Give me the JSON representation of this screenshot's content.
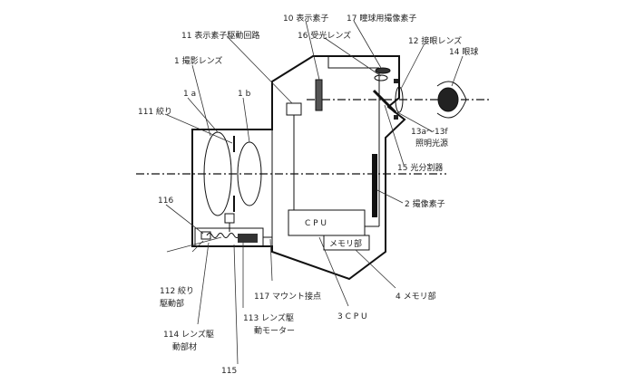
{
  "labels": {
    "display_element": "10 表示素子",
    "eye_sensor": "17 瞳球用撮像素子",
    "display_driver": "11 表示素子駆動回路",
    "light_receiving_lens": "16 受光レンズ",
    "eyepiece_lens": "12 接眼レンズ",
    "eyeball": "14 眼球",
    "taking_lens": "1 撮影レンズ",
    "lens_1a": "1 a",
    "lens_1b": "1 b",
    "aperture": "111 絞り",
    "illum_range": "13a～13f",
    "illum_name": "照明光源",
    "beam_splitter": "15 光分割器",
    "lens_116": "116",
    "image_sensor": "2 撮像素子",
    "cpu_box": "C P U",
    "memory_box": "メモリ部",
    "aperture_drive_1": "112 絞り",
    "aperture_drive_2": "駆動部",
    "mount_contact": "117 マウント接点",
    "memory_label": "4 メモリ部",
    "motor_1": "113 レンズ駆",
    "motor_2": "動モーター",
    "cpu_label": "3 C P U",
    "lens_drive_1": "114 レンズ駆",
    "lens_drive_2": "動部材",
    "partial_115": "115"
  }
}
